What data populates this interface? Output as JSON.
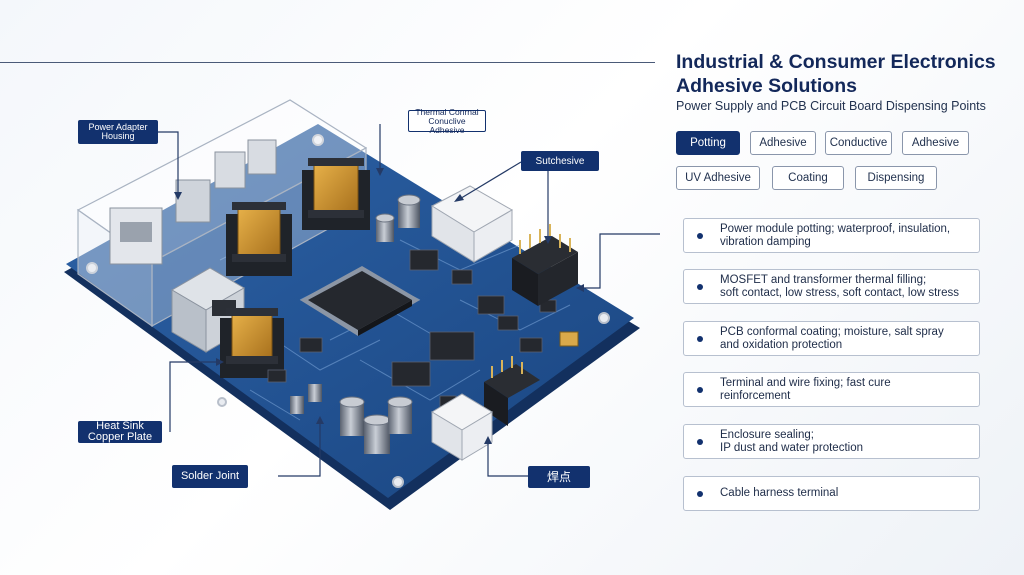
{
  "header": {
    "title_line1": "Industrial & Consumer Electronics",
    "title_line2": "Adhesive Solutions",
    "subtitle": "Power Supply and PCB Circuit Board Dispensing Points"
  },
  "tags": [
    "Potting",
    "Adhesive",
    "Conductive",
    "Adhesive",
    "UV Adhesive",
    "Coating",
    "Dispensing"
  ],
  "active_tag": "Potting",
  "points": [
    [
      "Power module potting; waterproof, insulation,",
      "vibration damping"
    ],
    [
      "MOSFET and transformer thermal filling;",
      "soft contact, low stress, soft contact, low stress"
    ],
    [
      "PCB conformal coating; moisture, salt spray",
      "and oxidation protection"
    ],
    [
      "Terminal and wire fixing; fast cure",
      "reinforcement"
    ],
    [
      "Enclosure sealing;",
      "IP dust and water protection"
    ],
    [
      "Cable harness terminal"
    ]
  ],
  "callouts": {
    "power_adapter_1": "Power Adapter",
    "power_adapter_2": "Housing",
    "thermal_1": "Thermal Conrnal",
    "thermal_2": "Conuclive Adhesive",
    "sutchesive": "Sutchesive",
    "heat_sink_1": "Heat Sink",
    "heat_sink_2": "Copper Plate",
    "solder_joint": "Solder Joint",
    "solder_cn": "焊点"
  },
  "colors": {
    "navy": "#12316e",
    "pcb_blue": "#1f4f8f",
    "pcb_dark": "#15386a",
    "chip": "#23262d",
    "copper": "#c48a2c"
  }
}
